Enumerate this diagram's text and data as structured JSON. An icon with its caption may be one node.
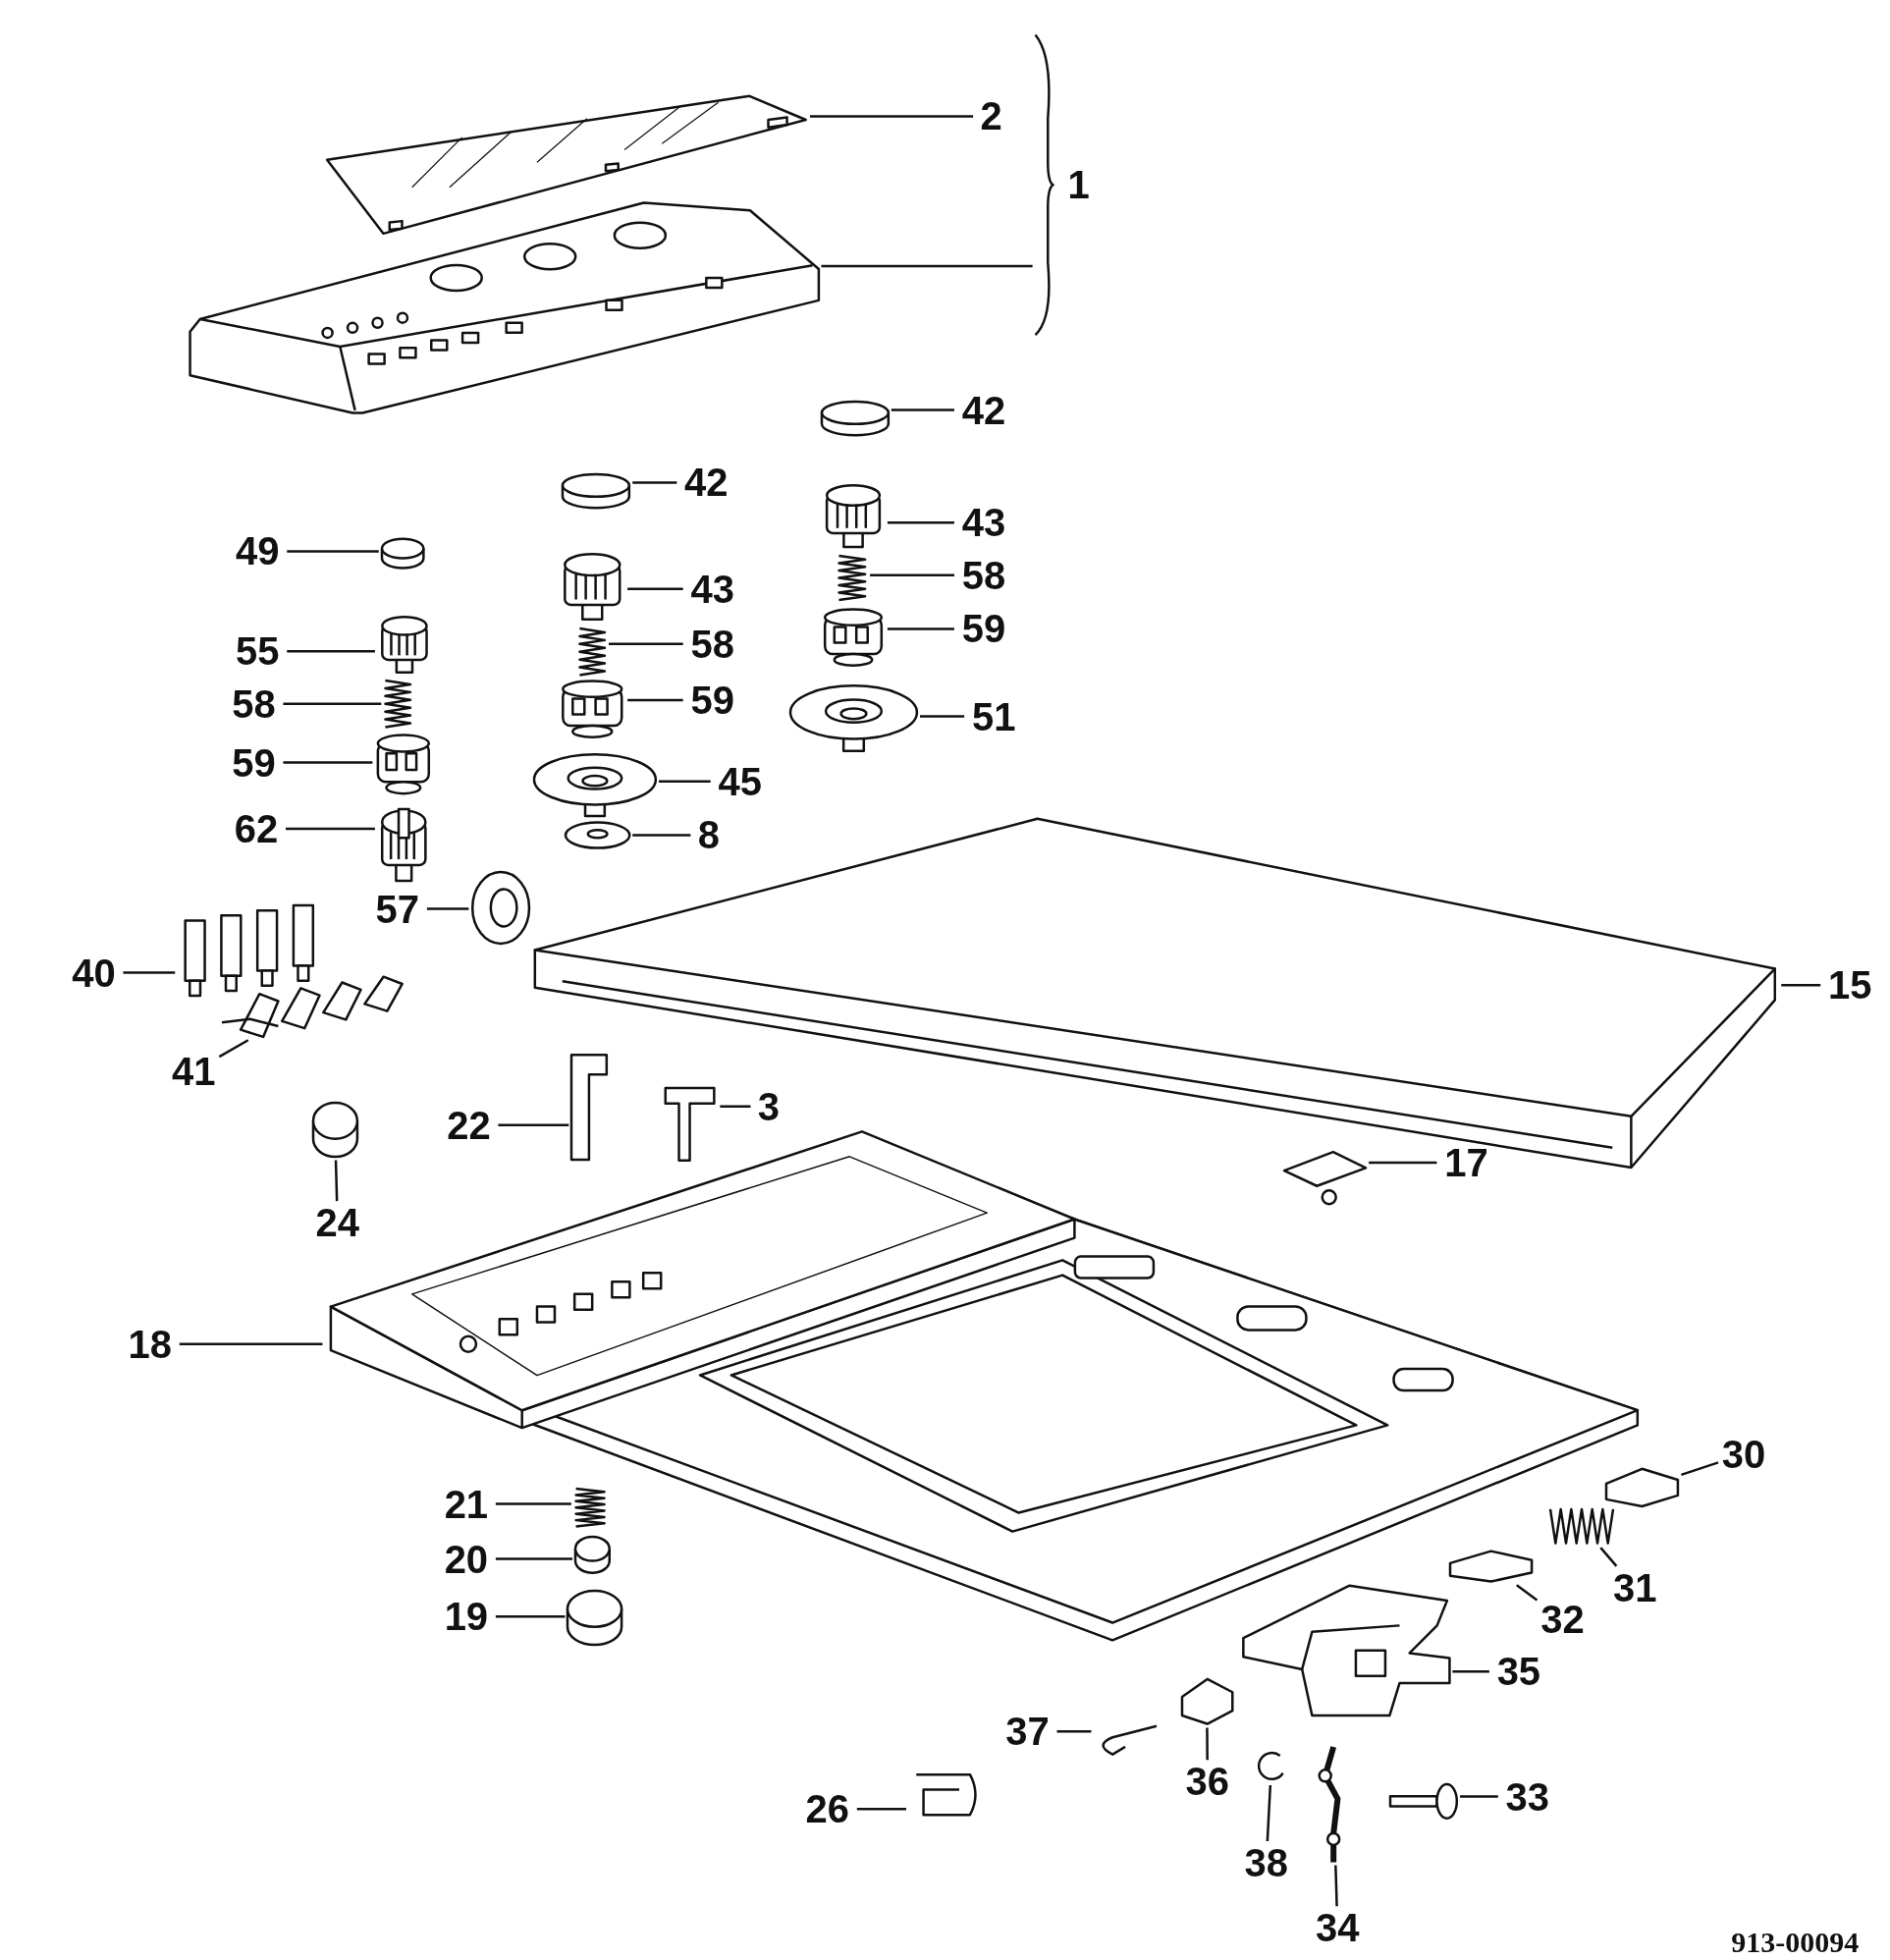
{
  "diagram": {
    "nodes": [
      {
        "text": [],
        "shape": "picture"
      },
      {
        "text": [
          "2"
        ]
      },
      {
        "text": [],
        "shape": "picture"
      },
      {
        "text": [],
        "shape": "cylinder"
      },
      {
        "text": [
          "42"
        ]
      },
      {
        "text": [],
        "shape": "picture"
      },
      {
        "text": [
          "43"
        ]
      },
      {
        "text": [],
        "shape": "picture"
      },
      {
        "text": [
          "58"
        ]
      },
      {
        "text": [],
        "shape": "picture"
      },
      {
        "text": [
          "59"
        ]
      },
      {
        "text": [],
        "shape": "picture"
      },
      {
        "text": [
          "51"
        ]
      },
      {
        "text": [],
        "shape": "cylinder"
      },
      {
        "text": [
          "42"
        ]
      },
      {
        "text": [],
        "shape": "picture"
      },
      {
        "text": [
          "43"
        ]
      },
      {
        "text": [],
        "shape": "picture"
      },
      {
        "text": [
          "58"
        ]
      },
      {
        "text": [],
        "shape": "picture"
      },
      {
        "text": [
          "59"
        ]
      },
      {
        "text": [],
        "shape": "picture"
      },
      {
        "text": [
          "45"
        ]
      },
      {
        "text": [],
        "shape": "picture"
      },
      {
        "text": [
          "8"
        ]
      },
      {
        "text": [],
        "shape": "cylinder"
      },
      {
        "text": [
          "49"
        ]
      },
      {
        "text": [],
        "shape": "picture"
      },
      {
        "text": [
          "55"
        ]
      },
      {
        "text": [],
        "shape": "picture"
      },
      {
        "text": [
          "58"
        ]
      },
      {
        "text": [],
        "shape": "picture"
      },
      {
        "text": [
          "59"
        ]
      },
      {
        "text": [],
        "shape": "picture"
      },
      {
        "text": [
          "62"
        ]
      },
      {
        "text": [],
        "shape": "picture"
      },
      {
        "text": [
          "57"
        ]
      },
      {
        "text": [],
        "shape": "picture"
      },
      {
        "text": [
          "40"
        ]
      },
      {
        "text": [],
        "shape": "picture"
      },
      {
        "text": [
          "41"
        ]
      },
      {
        "text": [],
        "shape": "picture"
      },
      {
        "text": [
          "15"
        ]
      },
      {
        "text": [],
        "shape": "picture"
      },
      {
        "text": [
          "22"
        ]
      },
      {
        "text": [],
        "shape": "picture"
      },
      {
        "text": [
          "3"
        ]
      },
      {
        "text": [],
        "shape": "cylinder"
      },
      {
        "text": [
          "24"
        ]
      },
      {
        "text": [],
        "shape": "picture"
      },
      {
        "text": [
          "17"
        ]
      },
      {
        "text": [],
        "shape": "picture"
      },
      {
        "text": [
          "18"
        ]
      },
      {
        "text": [],
        "shape": "picture"
      },
      {
        "text": [
          "21"
        ]
      },
      {
        "text": [],
        "shape": "cylinder"
      },
      {
        "text": [
          "20"
        ]
      },
      {
        "text": [],
        "shape": "cylinder"
      },
      {
        "text": [
          "19"
        ]
      },
      {
        "text": [],
        "shape": "picture"
      },
      {
        "text": [
          "30"
        ]
      },
      {
        "text": [],
        "shape": "picture"
      },
      {
        "text": [
          "31"
        ]
      },
      {
        "text": [],
        "shape": "picture"
      },
      {
        "text": [
          "32"
        ]
      },
      {
        "text": [],
        "shape": "picture"
      },
      {
        "text": [
          "35"
        ]
      },
      {
        "text": [],
        "shape": "picture"
      },
      {
        "text": [
          "37"
        ]
      },
      {
        "text": [],
        "shape": "picture"
      },
      {
        "text": [
          "36"
        ]
      },
      {
        "text": [],
        "shape": "picture"
      },
      {
        "text": [
          "26"
        ]
      },
      {
        "text": [],
        "shape": "picture"
      },
      {
        "text": [
          "38"
        ]
      },
      {
        "text": [],
        "shape": "picture"
      },
      {
        "text": [
          "34"
        ]
      },
      {
        "text": [],
        "shape": "picture"
      },
      {
        "text": [
          "33"
        ]
      },
      {
        "text": [
          "1"
        ]
      }
    ],
    "edges": [
      {
        "from": 1,
        "to": 0,
        "arrow": "none"
      },
      {
        "from": 79,
        "to": 2,
        "arrow": "none"
      },
      {
        "from": 4,
        "to": 3,
        "arrow": "none"
      },
      {
        "from": 6,
        "to": 5,
        "arrow": "none"
      },
      {
        "from": 8,
        "to": 7,
        "arrow": "none"
      },
      {
        "from": 10,
        "to": 9,
        "arrow": "none"
      },
      {
        "from": 12,
        "to": 11,
        "arrow": "none"
      },
      {
        "from": 14,
        "to": 13,
        "arrow": "none"
      },
      {
        "from": 16,
        "to": 15,
        "arrow": "none"
      },
      {
        "from": 18,
        "to": 17,
        "arrow": "none"
      },
      {
        "from": 20,
        "to": 19,
        "arrow": "none"
      },
      {
        "from": 22,
        "to": 21,
        "arrow": "none"
      },
      {
        "from": 24,
        "to": 23,
        "arrow": "none"
      },
      {
        "from": 26,
        "to": 25,
        "arrow": "none"
      },
      {
        "from": 28,
        "to": 27,
        "arrow": "none"
      },
      {
        "from": 30,
        "to": 29,
        "arrow": "none"
      },
      {
        "from": 32,
        "to": 31,
        "arrow": "none"
      },
      {
        "from": 34,
        "to": 33,
        "arrow": "none"
      },
      {
        "from": 36,
        "to": 35,
        "arrow": "none"
      },
      {
        "from": 38,
        "to": 37,
        "arrow": "none"
      },
      {
        "from": 40,
        "to": 39,
        "arrow": "none"
      },
      {
        "from": 42,
        "to": 41,
        "arrow": "none"
      },
      {
        "from": 44,
        "to": 43,
        "arrow": "none"
      },
      {
        "from": 46,
        "to": 45,
        "arrow": "none"
      },
      {
        "from": 48,
        "to": 47,
        "arrow": "none"
      },
      {
        "from": 50,
        "to": 49,
        "arrow": "none"
      },
      {
        "from": 52,
        "to": 51,
        "arrow": "none"
      },
      {
        "from": 54,
        "to": 53,
        "arrow": "none"
      },
      {
        "from": 56,
        "to": 55,
        "arrow": "none"
      },
      {
        "from": 58,
        "to": 57,
        "arrow": "none"
      },
      {
        "from": 60,
        "to": 59,
        "arrow": "none"
      },
      {
        "from": 62,
        "to": 61,
        "arrow": "none"
      },
      {
        "from": 64,
        "to": 63,
        "arrow": "none"
      },
      {
        "from": 66,
        "to": 65,
        "arrow": "none"
      },
      {
        "from": 68,
        "to": 67,
        "arrow": "none"
      },
      {
        "from": 70,
        "to": 69,
        "arrow": "none"
      },
      {
        "from": 72,
        "to": 71,
        "arrow": "none"
      },
      {
        "from": 74,
        "to": 73,
        "arrow": "none"
      },
      {
        "from": 76,
        "to": 75,
        "arrow": "none"
      },
      {
        "from": 78,
        "to": 77,
        "arrow": "none"
      }
    ],
    "labels": [
      "913-00094"
    ]
  }
}
